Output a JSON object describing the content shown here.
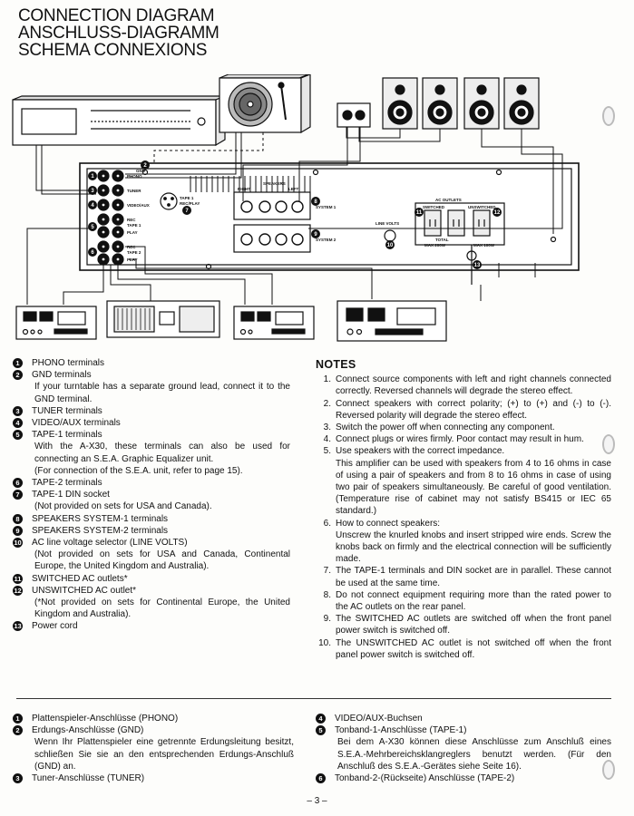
{
  "title": {
    "en": "CONNECTION DIAGRAM",
    "de": "ANSCHLUSS-DIAGRAMM",
    "fr": "SCHEMA CONNEXIONS"
  },
  "diagram": {
    "rear_panel_labels": {
      "phono": "PHONO",
      "gnd": "GND",
      "tuner": "TUNER",
      "video_aux": "VIDEO/AUX",
      "rec1": "REC",
      "tape1": "TAPE 1",
      "play1": "PLAY",
      "rec2": "REC",
      "tape2": "TAPE 2",
      "play2": "PLAY",
      "tape1_recplay": "TAPE 1\nREC/PLAY",
      "right": "RIGHT",
      "speakers": "SPEAKERS",
      "left": "LEFT",
      "system1": "SYSTEM 1",
      "system2": "SYSTEM 2",
      "plus": "+",
      "minus": "−",
      "line_volts": "LINE VOLTS",
      "ac_outlets": "AC OUTLETS",
      "switched": "SWITCHED",
      "unswitched": "UNSWITCHED",
      "total": "TOTAL",
      "max_watts_sw": "MAX 200W",
      "max_watts_un": "MAX 100W"
    }
  },
  "legend_en": [
    {
      "n": "1",
      "text": "PHONO terminals"
    },
    {
      "n": "2",
      "text": "GND terminals",
      "extra": [
        "If your turntable has a separate ground lead, connect it to the GND terminal."
      ]
    },
    {
      "n": "3",
      "text": "TUNER terminals"
    },
    {
      "n": "4",
      "text": "VIDEO/AUX terminals"
    },
    {
      "n": "5",
      "text": "TAPE-1 terminals",
      "extra": [
        "With the A-X30, these terminals can also be used for connecting an S.E.A. Graphic Equalizer unit.",
        "(For connection of the S.E.A. unit, refer to page 15)."
      ]
    },
    {
      "n": "6",
      "text": "TAPE-2 terminals"
    },
    {
      "n": "7",
      "text": "TAPE-1 DIN socket",
      "extra": [
        "(Not provided on sets for USA and Canada)."
      ]
    },
    {
      "n": "8",
      "text": "SPEAKERS SYSTEM-1 terminals"
    },
    {
      "n": "9",
      "text": "SPEAKERS SYSTEM-2 terminals"
    },
    {
      "n": "10",
      "text": "AC line voltage selector (LINE VOLTS)",
      "extra": [
        "(Not provided on sets for USA and Canada, Continental Europe, the United Kingdom and Australia)."
      ]
    },
    {
      "n": "11",
      "text": "SWITCHED AC outlets*"
    },
    {
      "n": "12",
      "text": "UNSWITCHED AC outlet*",
      "extra": [
        "(*Not provided on sets for Continental Europe, the United Kingdom and Australia)."
      ]
    },
    {
      "n": "13",
      "text": "Power cord"
    }
  ],
  "notes": {
    "heading": "NOTES",
    "items": [
      {
        "n": "1.",
        "text": "Connect source components with left and right channels connected correctly. Reversed channels will degrade the stereo effect."
      },
      {
        "n": "2.",
        "text": "Connect speakers with correct polarity; (+) to (+) and (-) to (-). Reversed polarity will degrade the stereo effect."
      },
      {
        "n": "3.",
        "text": "Switch the power off when connecting any component."
      },
      {
        "n": "4.",
        "text": "Connect plugs or wires firmly. Poor contact may result in hum."
      },
      {
        "n": "5.",
        "text": "Use speakers with the correct impedance.",
        "extra": "This amplifier can be used with speakers from 4 to 16 ohms in case of using a pair of speakers and from 8 to 16 ohms in case of using two pair of speakers simultaneously. Be careful of good ventilation. (Temperature rise of cabinet may not satisfy BS415 or IEC 65 standard.)"
      },
      {
        "n": "6.",
        "text": "How to connect speakers:",
        "extra": "Unscrew the knurled knobs and insert stripped wire ends. Screw the knobs back on firmly and the electrical connection will be sufficiently made."
      },
      {
        "n": "7.",
        "text": "The TAPE-1 terminals and DIN socket are in parallel. These cannot be used at the same time."
      },
      {
        "n": "8.",
        "text": "Do not connect equipment requiring more than the rated power to the AC outlets on the rear panel."
      },
      {
        "n": "9.",
        "text": "The SWITCHED AC outlets are switched off when the front panel power switch is switched off."
      },
      {
        "n": "10.",
        "text": "The UNSWITCHED AC outlet is not switched off when the front panel power switch is switched off."
      }
    ]
  },
  "legend_de_left": [
    {
      "n": "1",
      "text": "Plattenspieler-Anschlüsse (PHONO)"
    },
    {
      "n": "2",
      "text": "Erdungs-Anschlüsse (GND)",
      "extra": [
        "Wenn Ihr Plattenspieler eine getrennte Erdungsleitung besitzt, schließen Sie sie an den entsprechenden Erdungs-Anschluß (GND) an."
      ]
    },
    {
      "n": "3",
      "text": "Tuner-Anschlüsse (TUNER)"
    }
  ],
  "legend_de_right": [
    {
      "n": "4",
      "text": "VIDEO/AUX-Buchsen"
    },
    {
      "n": "5",
      "text": "Tonband-1-Anschlüsse (TAPE-1)",
      "extra": [
        "Bei dem A-X30 können diese Anschlüsse zum Anschluß eines S.E.A.-Mehrbereichsklangreglers benutzt werden. (Für den Anschluß des S.E.A.-Gerätes siehe Seite 16)."
      ]
    },
    {
      "n": "6",
      "text": "Tonband-2-(Rückseite) Anschlüsse (TAPE-2)"
    }
  ],
  "page_number": "– 3 –"
}
